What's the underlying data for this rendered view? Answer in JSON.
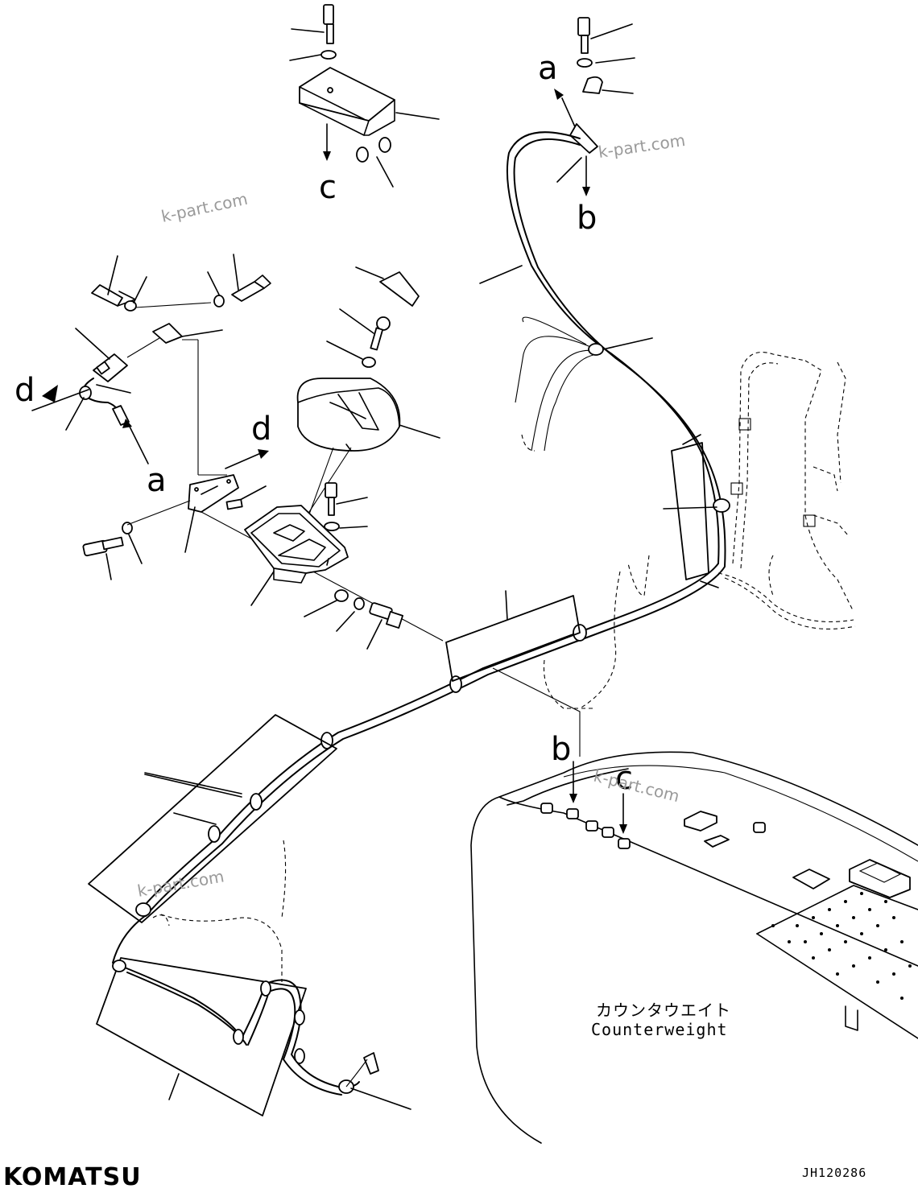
{
  "callouts": {
    "a": "a",
    "b": "b",
    "c": "c",
    "d": "d"
  },
  "watermark": "k-part.com",
  "counterweight": {
    "label_jp": "カウンタウエイト",
    "label_en": "Counterweight"
  },
  "brand": "KOMATSU",
  "drawing_code": "JH120286"
}
